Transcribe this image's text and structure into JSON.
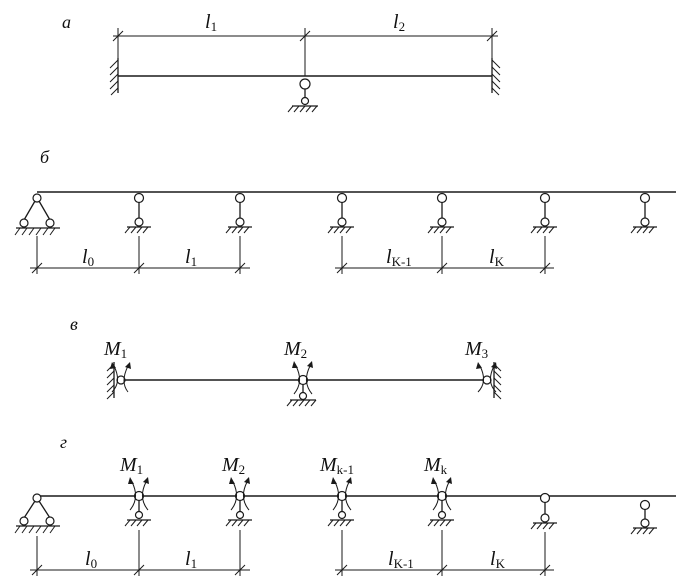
{
  "panels": {
    "a": {
      "letter": "а",
      "spans": [
        {
          "base": "l",
          "sub": "1"
        },
        {
          "base": "l",
          "sub": "2"
        }
      ]
    },
    "b": {
      "letter": "б",
      "spans": [
        {
          "base": "l",
          "sub": "0"
        },
        {
          "base": "l",
          "sub": "1"
        },
        {
          "base": "l",
          "sub": "K-1"
        },
        {
          "base": "l",
          "sub": "K"
        }
      ]
    },
    "v": {
      "letter": "в",
      "moments": [
        {
          "base": "M",
          "sub": "1"
        },
        {
          "base": "M",
          "sub": "2"
        },
        {
          "base": "M",
          "sub": "3"
        }
      ]
    },
    "g": {
      "letter": "г",
      "moments": [
        {
          "base": "M",
          "sub": "1"
        },
        {
          "base": "M",
          "sub": "2"
        },
        {
          "base": "M",
          "sub": "k-1"
        },
        {
          "base": "M",
          "sub": "k"
        }
      ],
      "spans": [
        {
          "base": "l",
          "sub": "0"
        },
        {
          "base": "l",
          "sub": "1"
        },
        {
          "base": "l",
          "sub": "K-1"
        },
        {
          "base": "l",
          "sub": "K"
        }
      ]
    }
  }
}
